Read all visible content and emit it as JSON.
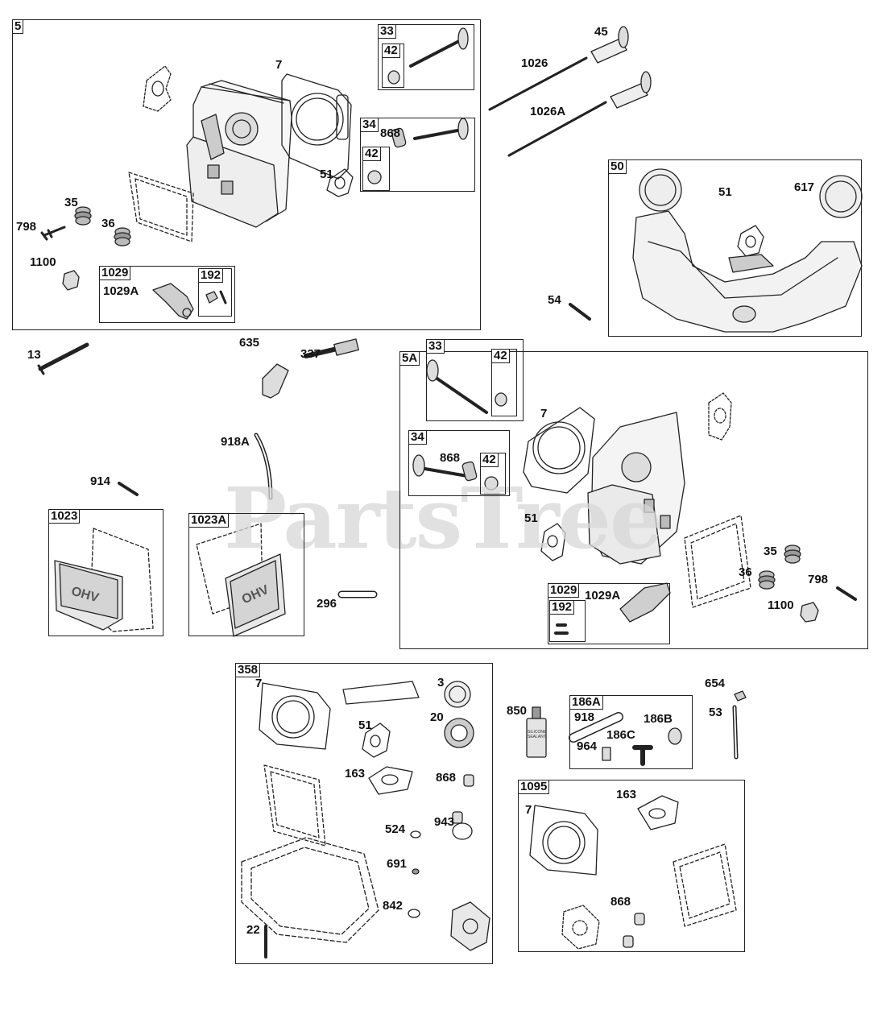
{
  "watermark": "PartsTree",
  "boxes": {
    "b5": "5",
    "b33": "33",
    "b42a": "42",
    "b34": "34",
    "b42b": "42",
    "b1029": "1029",
    "b192": "192",
    "b50": "50",
    "b5A": "5A",
    "b33b": "33",
    "b42c": "42",
    "b34b": "34",
    "b42d": "42",
    "b1029b": "1029",
    "b192b": "192",
    "b1023": "1023",
    "b1023A": "1023A",
    "b358": "358",
    "b186A": "186A",
    "b1095": "1095"
  },
  "labels": {
    "l7a": "7",
    "l868a": "868",
    "l51a": "51",
    "l35a": "35",
    "l798a": "798",
    "l36a": "36",
    "l1100a": "1100",
    "l1029Aa": "1029A",
    "l45": "45",
    "l1026": "1026",
    "l1026A": "1026A",
    "l51b": "51",
    "l617": "617",
    "l54": "54",
    "l13": "13",
    "l635": "635",
    "l337": "337",
    "l918A": "918A",
    "l914": "914",
    "l296": "296",
    "l7b": "7",
    "l868b": "868",
    "l51c": "51",
    "l35b": "35",
    "l36b": "36",
    "l798b": "798",
    "l1100b": "1100",
    "l1029Ab": "1029A",
    "l7c": "7",
    "l3": "3",
    "l20": "20",
    "l51d": "51",
    "l163a": "163",
    "l868c": "868",
    "l524": "524",
    "l943": "943",
    "l691": "691",
    "l842": "842",
    "l22": "22",
    "l850": "850",
    "l918": "918",
    "l186B": "186B",
    "l186C": "186C",
    "l964": "964",
    "l654": "654",
    "l53": "53",
    "l7d": "7",
    "l163b": "163",
    "l868d": "868"
  },
  "tube_text": "SILICONE SEALANT",
  "cover_logo": "OHV"
}
